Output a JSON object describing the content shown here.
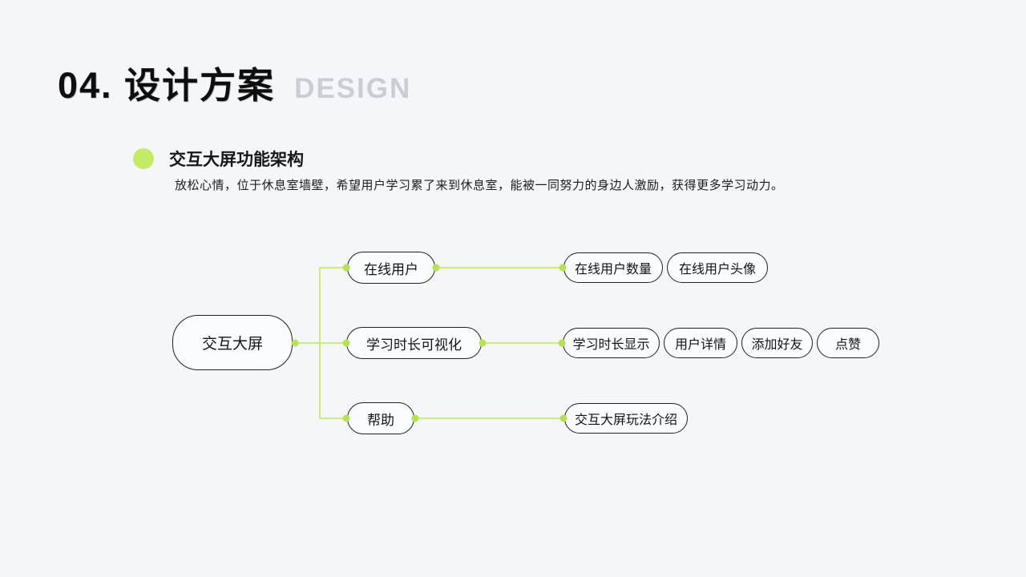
{
  "page": {
    "title": "04. 设计方案",
    "title_en": "DESIGN"
  },
  "section": {
    "heading": "交互大屏功能架构",
    "description": "放松心情，位于休息室墙壁，希望用户学习累了来到休息室，能被一同努力的身边人激励，获得更多学习动力。"
  },
  "diagram": {
    "root": {
      "label": "交互大屏"
    },
    "branches": [
      {
        "label": "在线用户",
        "children": [
          {
            "label": "在线用户数量"
          },
          {
            "label": "在线用户头像"
          }
        ]
      },
      {
        "label": "学习时长可视化",
        "children": [
          {
            "label": "学习时长显示"
          },
          {
            "label": "用户详情"
          },
          {
            "label": "添加好友"
          },
          {
            "label": "点赞"
          }
        ]
      },
      {
        "label": "帮助",
        "children": [
          {
            "label": "交互大屏玩法介绍"
          }
        ]
      }
    ]
  },
  "colors": {
    "background": "#f5f6fa",
    "node_fill": "#fbfcfe",
    "node_border": "#202125",
    "connector_line": "#c9f06e",
    "connector_dot": "#b3e44f",
    "bullet_green": "#c3ec64",
    "title_black": "#0e0e0e",
    "title_gray": "#cbcdd2"
  }
}
